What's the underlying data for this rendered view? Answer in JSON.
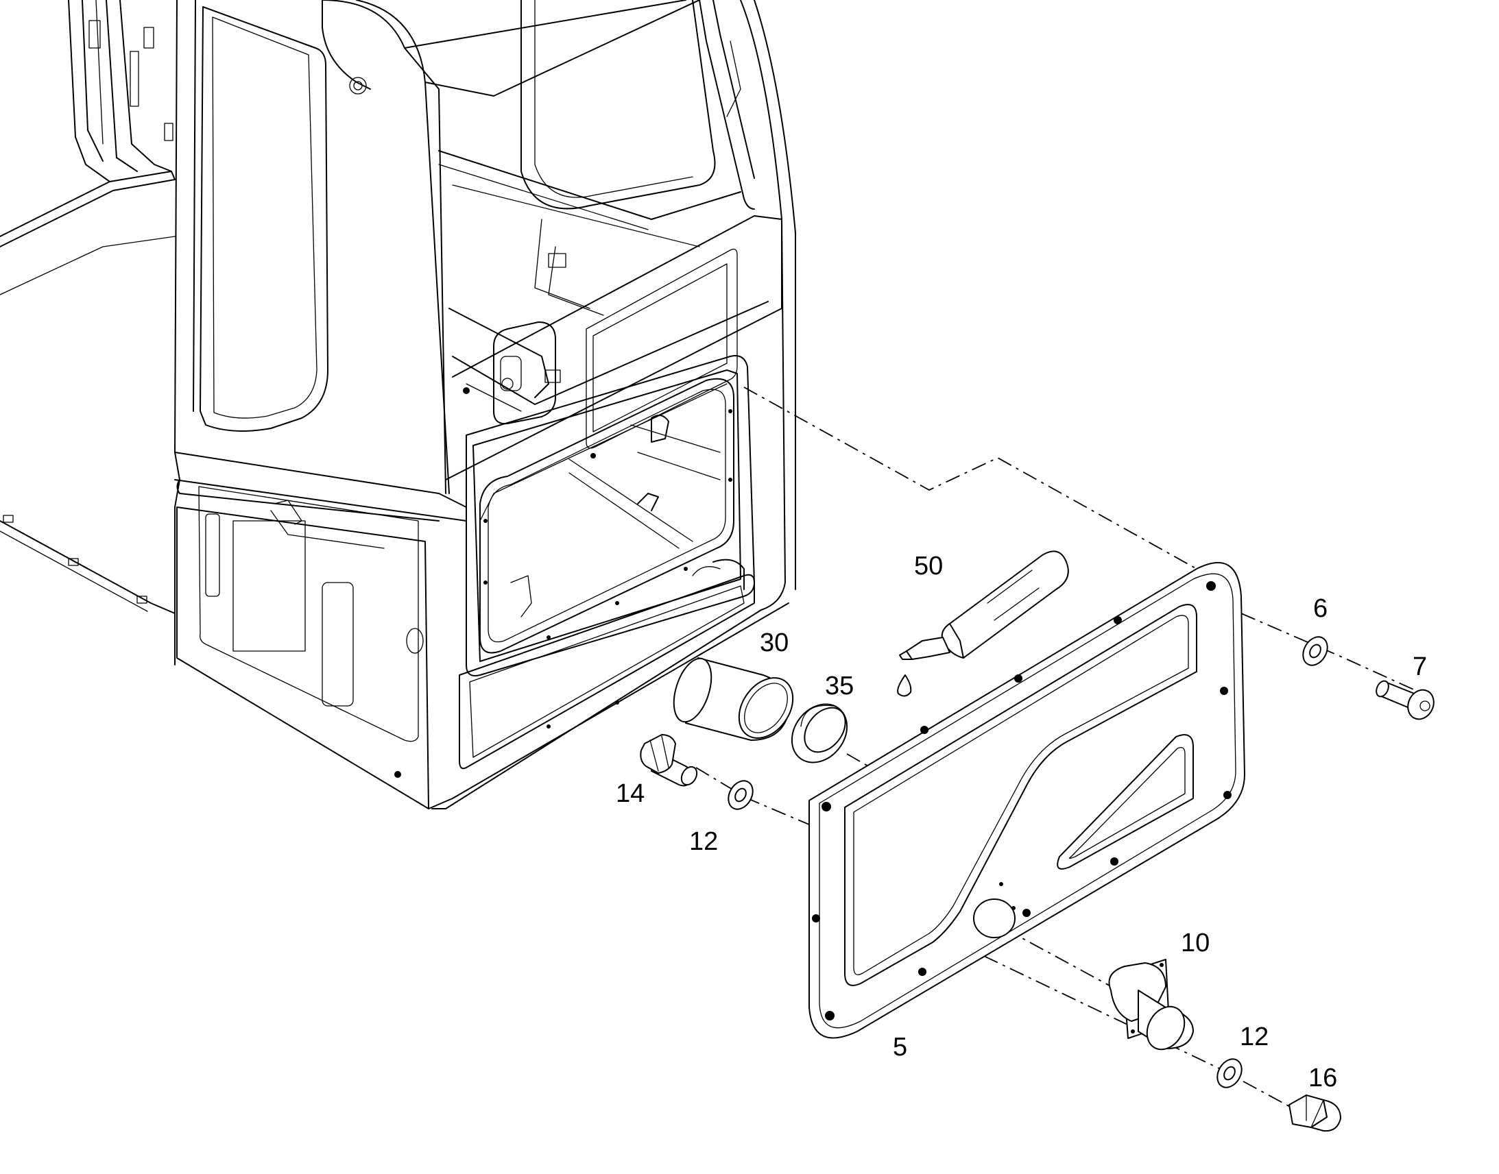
{
  "callouts": {
    "c5": "5",
    "c6": "6",
    "c7": "7",
    "c10": "10",
    "c12a": "12",
    "c12b": "12",
    "c14": "14",
    "c16": "16",
    "c30": "30",
    "c35": "35",
    "c50": "50"
  },
  "colors": {
    "line": "#000000",
    "background": "#ffffff"
  }
}
